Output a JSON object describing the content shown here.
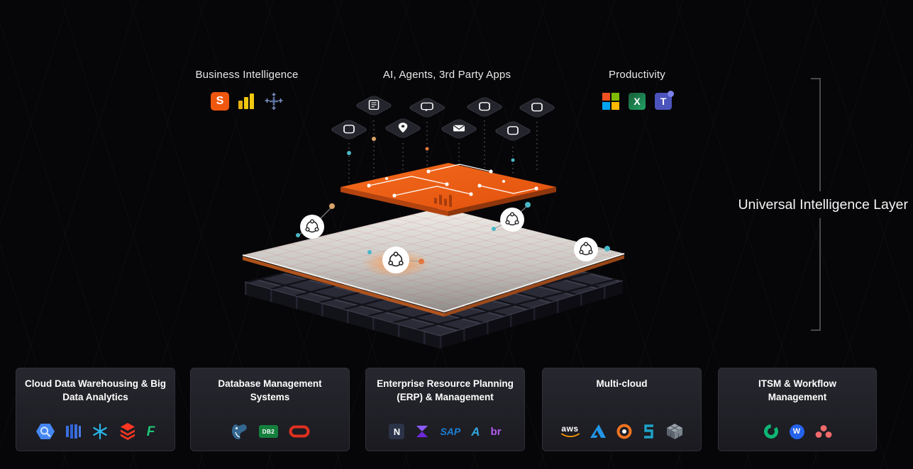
{
  "labels": {
    "business_intelligence": "Business Intelligence",
    "ai_agents": "AI, Agents, 3rd Party Apps",
    "productivity": "Productivity",
    "universal_intelligence_layer": "Universal Intelligence Layer"
  },
  "glyphs": {
    "sigma": "S",
    "excel": "X",
    "teams": "T",
    "netsuite": "N",
    "sap": "SAP",
    "blue_a": "A",
    "br": "br",
    "aws": "aws",
    "db2": "DB2",
    "green_f": "F",
    "w": "W"
  },
  "colors": {
    "accent_orange": "#eb5b0c",
    "teal_dot": "#49b8c8",
    "tan_dot": "#d9a269",
    "mesh_wire_red": "#c2464e"
  },
  "cards": [
    {
      "title": "Cloud Data Warehousing & Big Data Analytics",
      "icons": [
        "bigquery-hexagon",
        "blue-bars",
        "snowflake",
        "databricks",
        "green-f"
      ]
    },
    {
      "title": "Database Management Systems",
      "icons": [
        "postgresql",
        "ibm-db2",
        "oracle"
      ]
    },
    {
      "title": "Enterprise Resource Planning (ERP) & Management",
      "icons": [
        "netsuite",
        "purple-emblem",
        "sap",
        "blue-a",
        "br"
      ]
    },
    {
      "title": "Multi-cloud",
      "icons": [
        "aws",
        "azure",
        "orange-ring",
        "teal-glyph",
        "cube"
      ]
    },
    {
      "title": "ITSM & Workflow Management",
      "icons": [
        "green-swirl",
        "w-circle",
        "asana-dots"
      ]
    }
  ]
}
